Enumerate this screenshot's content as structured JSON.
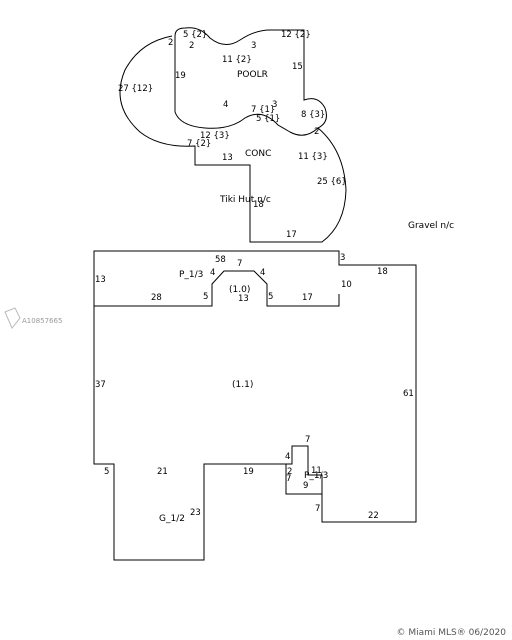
{
  "labels": {
    "poolr": "POOLR",
    "conc": "CONC",
    "tiki": "Tiki Hut n/c",
    "gravel": "Gravel n/c",
    "p13_top": "P_1/3",
    "unit10": "(1.0)",
    "unit11": "(1.1)",
    "p13_bottom": "P_1/3",
    "g12": "G_1/2",
    "watermark": "A10857665",
    "copyright": "© Miami MLS® 06/2020"
  },
  "dims": {
    "d5_2": "5 {2}",
    "d2a": "2",
    "d2b": "2",
    "d3a": "3",
    "d12_2": "12 {2}",
    "d11_2": "11 {2}",
    "d19a": "19",
    "d15": "15",
    "d27_12": "27 {12}",
    "d4a": "4",
    "d7_1": "7 {1}",
    "d3b": "3",
    "d5_1": "5 {1}",
    "d8_3": "8 {3}",
    "d2c": "2",
    "d12_3": "12 {3}",
    "d7_2": "7 {2}",
    "d13a": "13",
    "d11_3": "11 {3}",
    "d25_6": "25 {6}",
    "d18a": "18",
    "d17a": "17",
    "d58": "58",
    "d7b": "7",
    "d4b": "4",
    "d4c": "4",
    "d3c": "3",
    "d18b": "18",
    "d13b": "13",
    "d28": "28",
    "d5a": "5",
    "d13c": "13",
    "d5b": "5",
    "d17b": "17",
    "d10": "10",
    "d37": "37",
    "d61": "61",
    "d7c": "7",
    "d4d": "4",
    "d2d": "2",
    "d11b": "11",
    "d7d": "7",
    "d9": "9",
    "d5c": "5",
    "d21": "21",
    "d19b": "19",
    "d7e": "7",
    "d23": "23",
    "d22": "22"
  }
}
